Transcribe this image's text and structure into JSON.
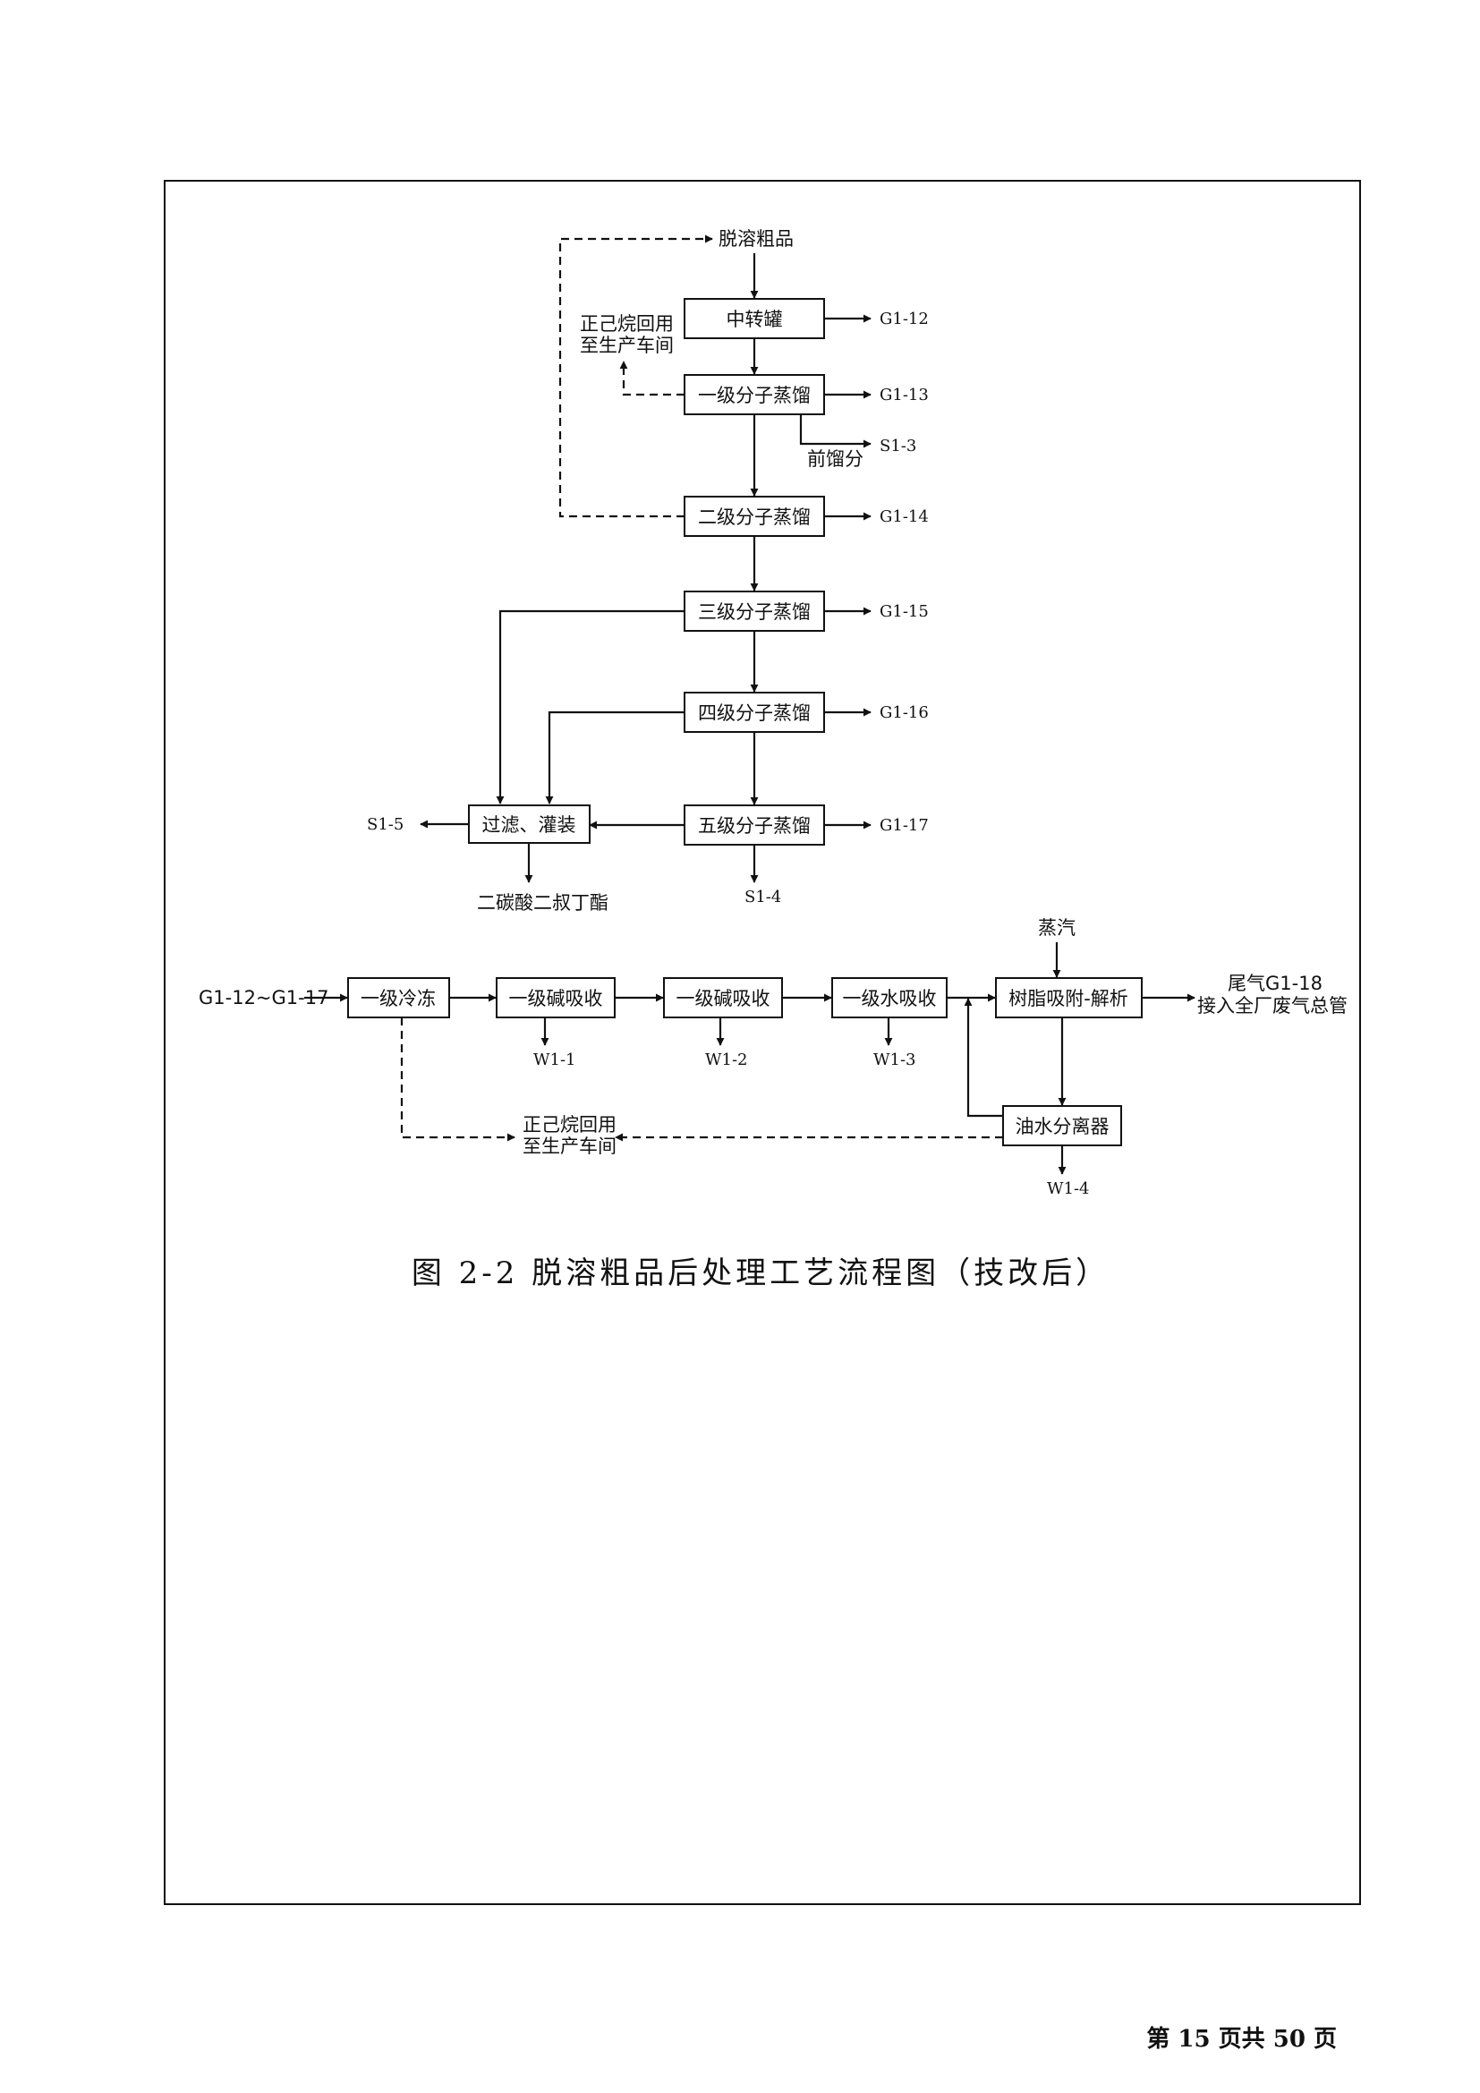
{
  "nodes": {
    "crude_product": "脱溶粗品",
    "transfer_tank": "中转罐",
    "mol_distill_1": "一级分子蒸馏",
    "mol_distill_2": "二级分子蒸馏",
    "mol_distill_3": "三级分子蒸馏",
    "mol_distill_4": "四级分子蒸馏",
    "mol_distill_5": "五级分子蒸馏",
    "filter_fill": "过滤、灌装",
    "product": "二碳酸二叔丁酯",
    "hexane_recycle_line1": "正己烷回用",
    "hexane_recycle_line2": "至生产车间",
    "fore_fraction": "前馏分",
    "steam": "蒸汽",
    "freeze_1": "一级冷冻",
    "alkali_abs_1": "一级碱吸收",
    "alkali_abs_2": "一级碱吸收",
    "water_abs_1": "一级水吸收",
    "resin": "树脂吸附-解析",
    "oil_water_sep": "油水分离器",
    "tail_gas_line1": "尾气G1-18",
    "tail_gas_line2": "接入全厂废气总管",
    "gas_input": "G1-12~G1-17"
  },
  "emissions": {
    "g1_12": "G1-12",
    "g1_13": "G1-13",
    "g1_14": "G1-14",
    "g1_15": "G1-15",
    "g1_16": "G1-16",
    "g1_17": "G1-17",
    "s1_3": "S1-3",
    "s1_4": "S1-4",
    "s1_5": "S1-5",
    "w1_1": "W1-1",
    "w1_2": "W1-2",
    "w1_3": "W1-3",
    "w1_4": "W1-4"
  },
  "caption": "图 2-2  脱溶粗品后处理工艺流程图（技改后）",
  "page_number": {
    "prefix": "第",
    "current": "15",
    "middle": "页共",
    "total": "50",
    "suffix": "页"
  }
}
